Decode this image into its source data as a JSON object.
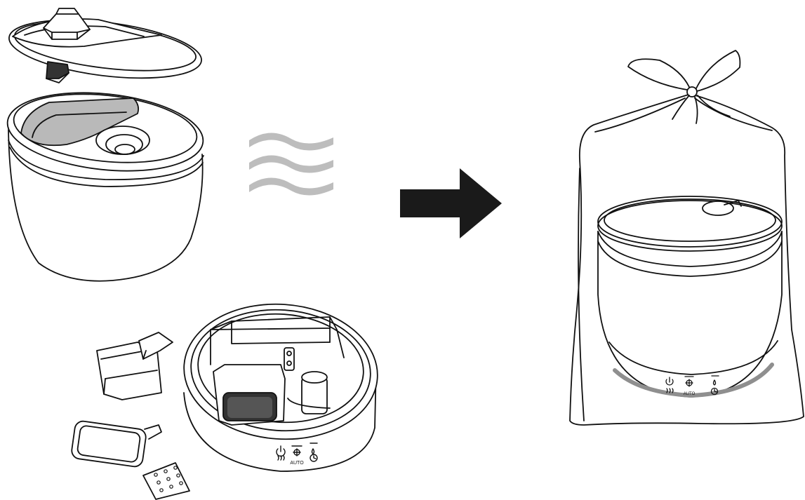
{
  "base_unit": {
    "panel_label": "AUTO",
    "panel_icons": [
      "power-icon",
      "heat-icon",
      "mist-icon",
      "auto-label",
      "droplet-icon",
      "timer-icon"
    ]
  },
  "bagged_unit": {
    "panel_label": "AUTO",
    "panel_icons": [
      "power-icon",
      "heat-icon",
      "mist-icon",
      "auto-label",
      "droplet-icon",
      "timer-icon"
    ]
  },
  "colors": {
    "line": "#111111",
    "arrow": "#1a1a1a",
    "tank_shade": "#b9b9b9",
    "air_waves": "#bdbdbd",
    "base_stripe": "#8f8f8f"
  }
}
